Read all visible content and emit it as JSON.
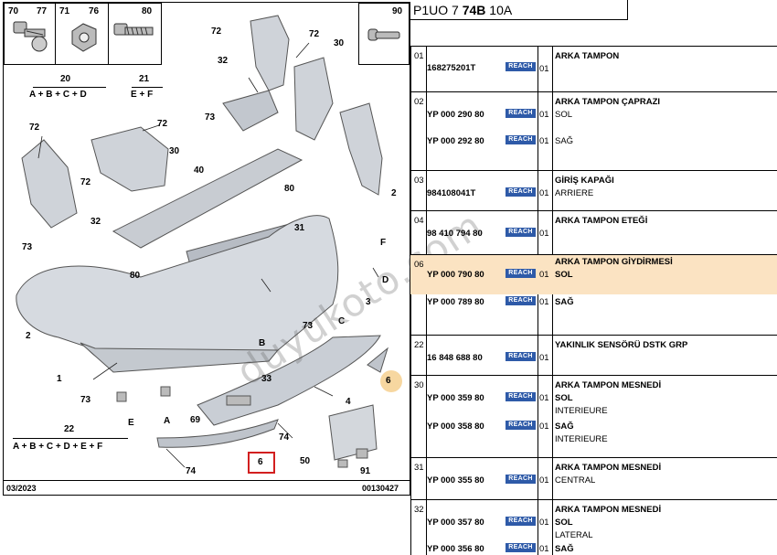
{
  "header": {
    "model": "P1UO 7 ",
    "code": "74B",
    "suffix": " 10A"
  },
  "diagram": {
    "fastener_boxes": [
      {
        "nums": [
          "70",
          "77"
        ]
      },
      {
        "nums": [
          "71",
          "76"
        ]
      },
      {
        "nums": [
          "80"
        ]
      },
      {
        "nums": [
          "90"
        ]
      }
    ],
    "equations": [
      {
        "num": "20",
        "formula": "A + B + C + D"
      },
      {
        "num": "21",
        "formula": "E + F"
      },
      {
        "num": "22",
        "formula": "A + B + C + D + E + F"
      }
    ],
    "callouts": [
      "72",
      "30",
      "72",
      "32",
      "73",
      "72",
      "72",
      "30",
      "72",
      "40",
      "80",
      "2",
      "32",
      "31",
      "73",
      "80",
      "F",
      "D",
      "3",
      "2",
      "73",
      "C",
      "B",
      "1",
      "73",
      "33",
      "E",
      "A",
      "69",
      "74",
      "4",
      "6",
      "22",
      "50",
      "74",
      "91",
      "6"
    ],
    "footer_left": "03/2023",
    "footer_right": "00130427",
    "watermark": "duyukoto.com"
  },
  "table": {
    "reach_label": "REACH",
    "rows": [
      {
        "ref": "01",
        "entries": [
          {
            "pn": "168275201T",
            "qty": "01",
            "lines": [
              "ARKA TAMPON"
            ]
          }
        ]
      },
      {
        "ref": "02",
        "entries": [
          {
            "pn": "YP 000 290 80",
            "qty": "01",
            "lines": [
              "ARKA TAMPON ÇAPRAZI",
              "SOL"
            ]
          },
          {
            "pn": "YP 000 292 80",
            "qty": "01",
            "lines": [
              "SAĞ"
            ]
          }
        ]
      },
      {
        "ref": "03",
        "entries": [
          {
            "pn": "984108041T",
            "qty": "01",
            "lines": [
              "GİRİŞ KAPAĞI",
              "ARRIERE"
            ]
          }
        ]
      },
      {
        "ref": "04",
        "entries": [
          {
            "pn": "98 410 794 80",
            "qty": "01",
            "lines": [
              "ARKA TAMPON ETEĞİ"
            ]
          }
        ]
      },
      {
        "ref": "06",
        "entries": [
          {
            "pn": "YP 000 790 80",
            "qty": "01",
            "lines": [
              "ARKA TAMPON GİYDİRMESİ",
              "SOL"
            ]
          },
          {
            "pn": "YP 000 789 80",
            "qty": "01",
            "lines": [
              "SAĞ"
            ]
          }
        ]
      },
      {
        "ref": "22",
        "entries": [
          {
            "pn": "16 848 688 80",
            "qty": "01",
            "lines": [
              "YAKINLIK SENSÖRÜ DSTK GRP"
            ]
          }
        ]
      },
      {
        "ref": "30",
        "entries": [
          {
            "pn": "YP 000 359 80",
            "qty": "01",
            "lines": [
              "ARKA TAMPON MESNEDİ",
              "SOL",
              "INTERIEURE"
            ]
          },
          {
            "pn": "YP 000 358 80",
            "qty": "01",
            "lines": [
              "SAĞ",
              "INTERIEURE"
            ]
          }
        ]
      },
      {
        "ref": "31",
        "entries": [
          {
            "pn": "YP 000 355 80",
            "qty": "01",
            "lines": [
              "ARKA TAMPON MESNEDİ",
              "CENTRAL"
            ]
          }
        ]
      },
      {
        "ref": "32",
        "entries": [
          {
            "pn": "YP 000 357 80",
            "qty": "01",
            "lines": [
              "ARKA TAMPON MESNEDİ",
              "SOL",
              "LATERAL"
            ]
          },
          {
            "pn": "YP 000 356 80",
            "qty": "01",
            "lines": [
              "SAĞ"
            ]
          }
        ]
      }
    ]
  }
}
